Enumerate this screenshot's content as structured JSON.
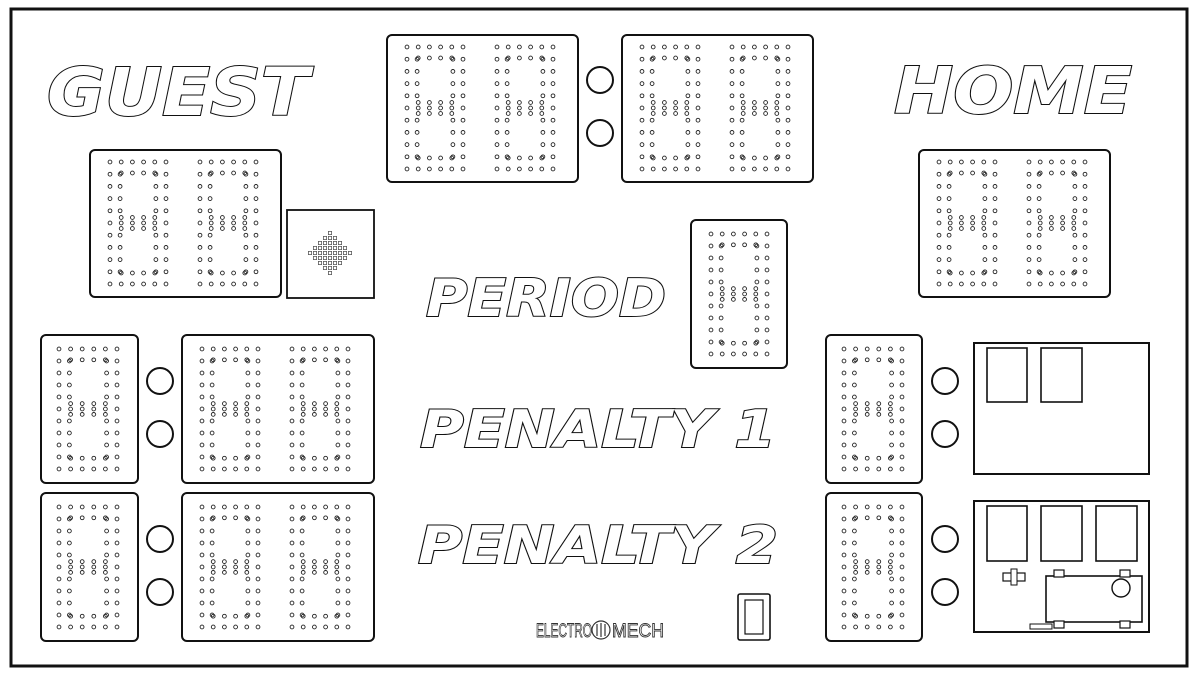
{
  "board": {
    "guest_label": "GUEST",
    "home_label": "HOME",
    "period_label": "PERIOD",
    "penalty1_label": "PENALTY 1",
    "penalty2_label": "PENALTY 2",
    "logo_left": "ELECTRO",
    "logo_right": "MECH"
  },
  "colors": {
    "line": "#111111",
    "dot": "#222222",
    "background": "#ffffff"
  }
}
